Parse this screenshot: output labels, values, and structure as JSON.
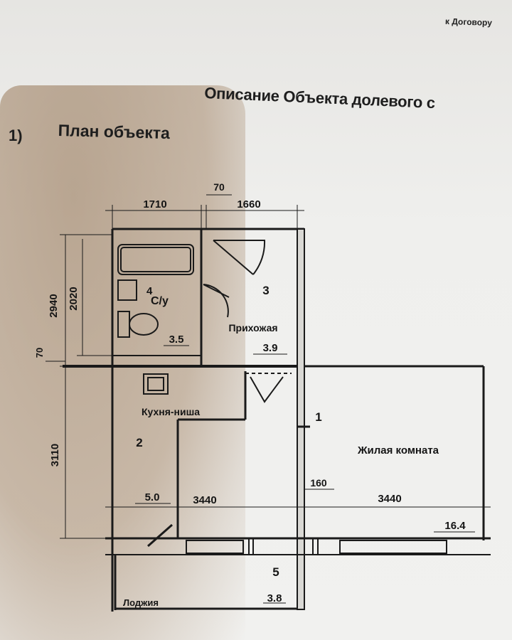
{
  "header": {
    "doc_ref": "к Договору",
    "title": "Описание Объекта долевого с",
    "section_number": "1)",
    "section_title": "План объекта"
  },
  "plan": {
    "rooms": [
      {
        "number": "4",
        "name": "С/у",
        "area": "3.5"
      },
      {
        "number": "3",
        "name": "Прихожая",
        "area": "3.9"
      },
      {
        "number": "2",
        "name": "Кухня-ниша",
        "area": "5.0"
      },
      {
        "number": "1",
        "name": "Жилая комната",
        "area": "16.4"
      },
      {
        "number": "5",
        "name": "Лоджия",
        "area": "3.8"
      }
    ],
    "dimensions": {
      "top_left": "1710",
      "top_gap": "70",
      "top_right": "1660",
      "left_outer": "2940",
      "left_inner": "2020",
      "left_gap": "70",
      "left_lower": "3110",
      "kitchen_width": "3440",
      "room_width": "3440",
      "wall": "160"
    }
  }
}
